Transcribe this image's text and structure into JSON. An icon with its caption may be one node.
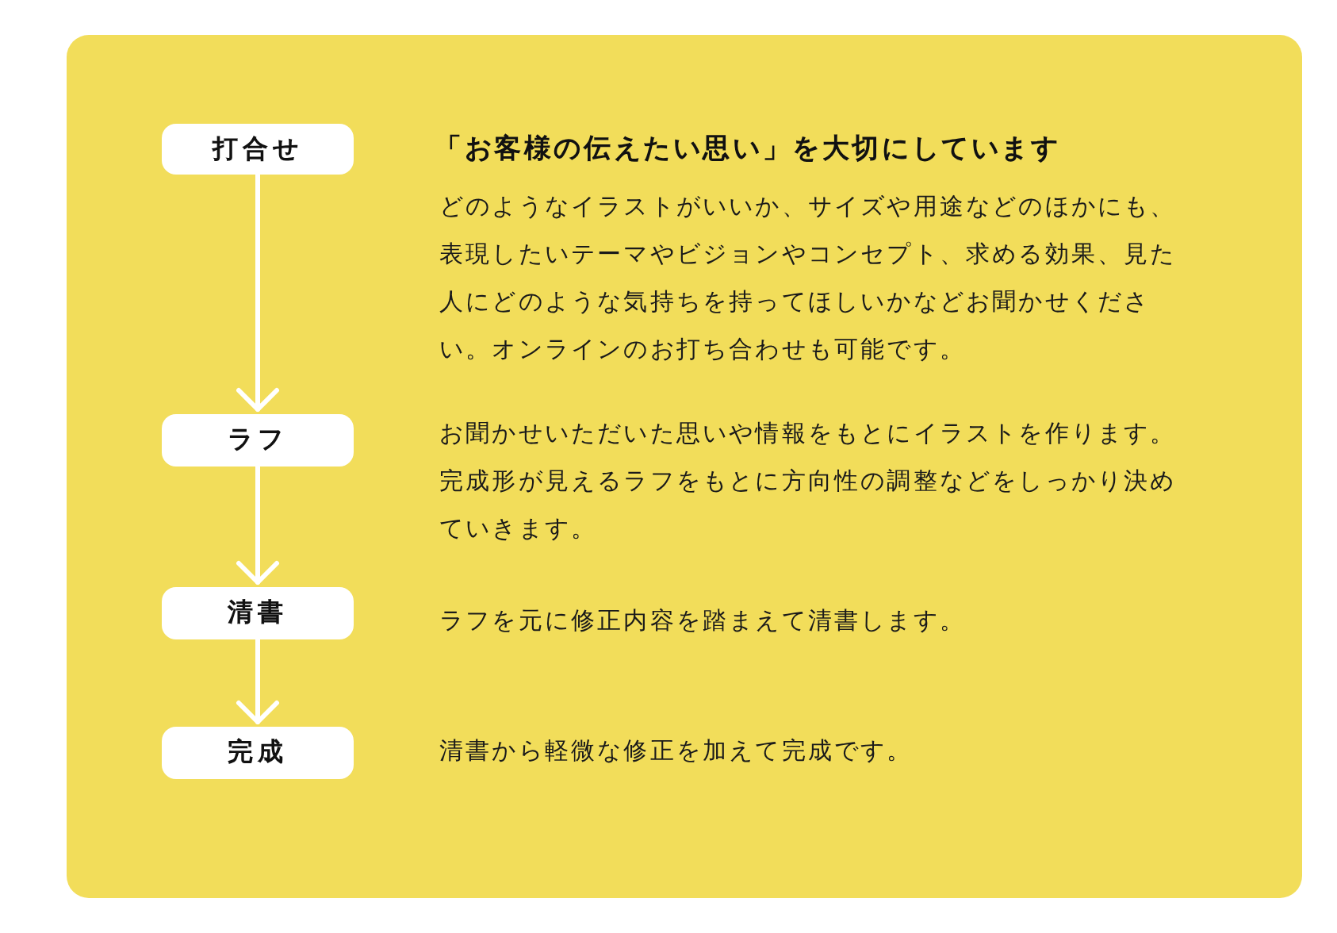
{
  "diagram": {
    "nodes": [
      {
        "text": [
          "打合せ"
        ],
        "beside": [
          "「お客様の伝えたい思い」を大切にしています",
          "どのようなイラストがいいか、サイズや用途などのほかにも、表現したいテーマやビジョンやコンセプト、求める効果、見た人にどのような気持ちを持ってほしいかなどお聞かせください。オンラインのお打ち合わせも可能です。"
        ]
      },
      {
        "text": [
          "ラフ"
        ],
        "beside": [
          "お聞かせいただいた思いや情報をもとにイラストを作ります。完成形が見えるラフをもとに方向性の調整などをしっかり決めていきます。"
        ]
      },
      {
        "text": [
          "清書"
        ],
        "beside": [
          "ラフを元に修正内容を踏まえて清書します。"
        ]
      },
      {
        "text": [
          "完成"
        ],
        "beside": [
          "清書から軽微な修正を加えて完成です。"
        ]
      }
    ],
    "edges": [
      {
        "from": 0,
        "to": 1,
        "arrow": "to"
      },
      {
        "from": 1,
        "to": 2,
        "arrow": "to"
      },
      {
        "from": 2,
        "to": 3,
        "arrow": "to"
      }
    ]
  }
}
